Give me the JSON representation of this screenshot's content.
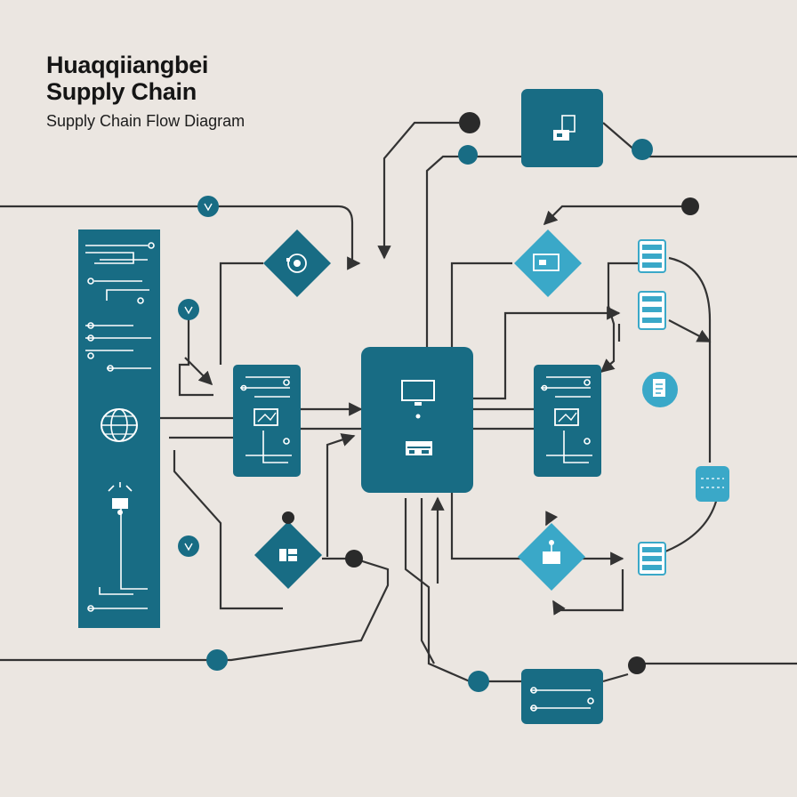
{
  "header": {
    "title_line1": "Huaqqiiangbei",
    "title_line2": "Supply Chain",
    "subtitle": "Supply Chain Flow Diagram"
  },
  "colors": {
    "background": "#ebe6e1",
    "primary_teal": "#186c84",
    "light_teal": "#3aa8c8",
    "line": "#333333",
    "dark_node": "#2a2a2a"
  },
  "icons": [
    "globe-icon",
    "antenna-icon",
    "monitor-icon",
    "card-icon",
    "camera-icon",
    "screen-icon",
    "chip-icon",
    "server-icon",
    "document-icon",
    "pin-icon"
  ]
}
